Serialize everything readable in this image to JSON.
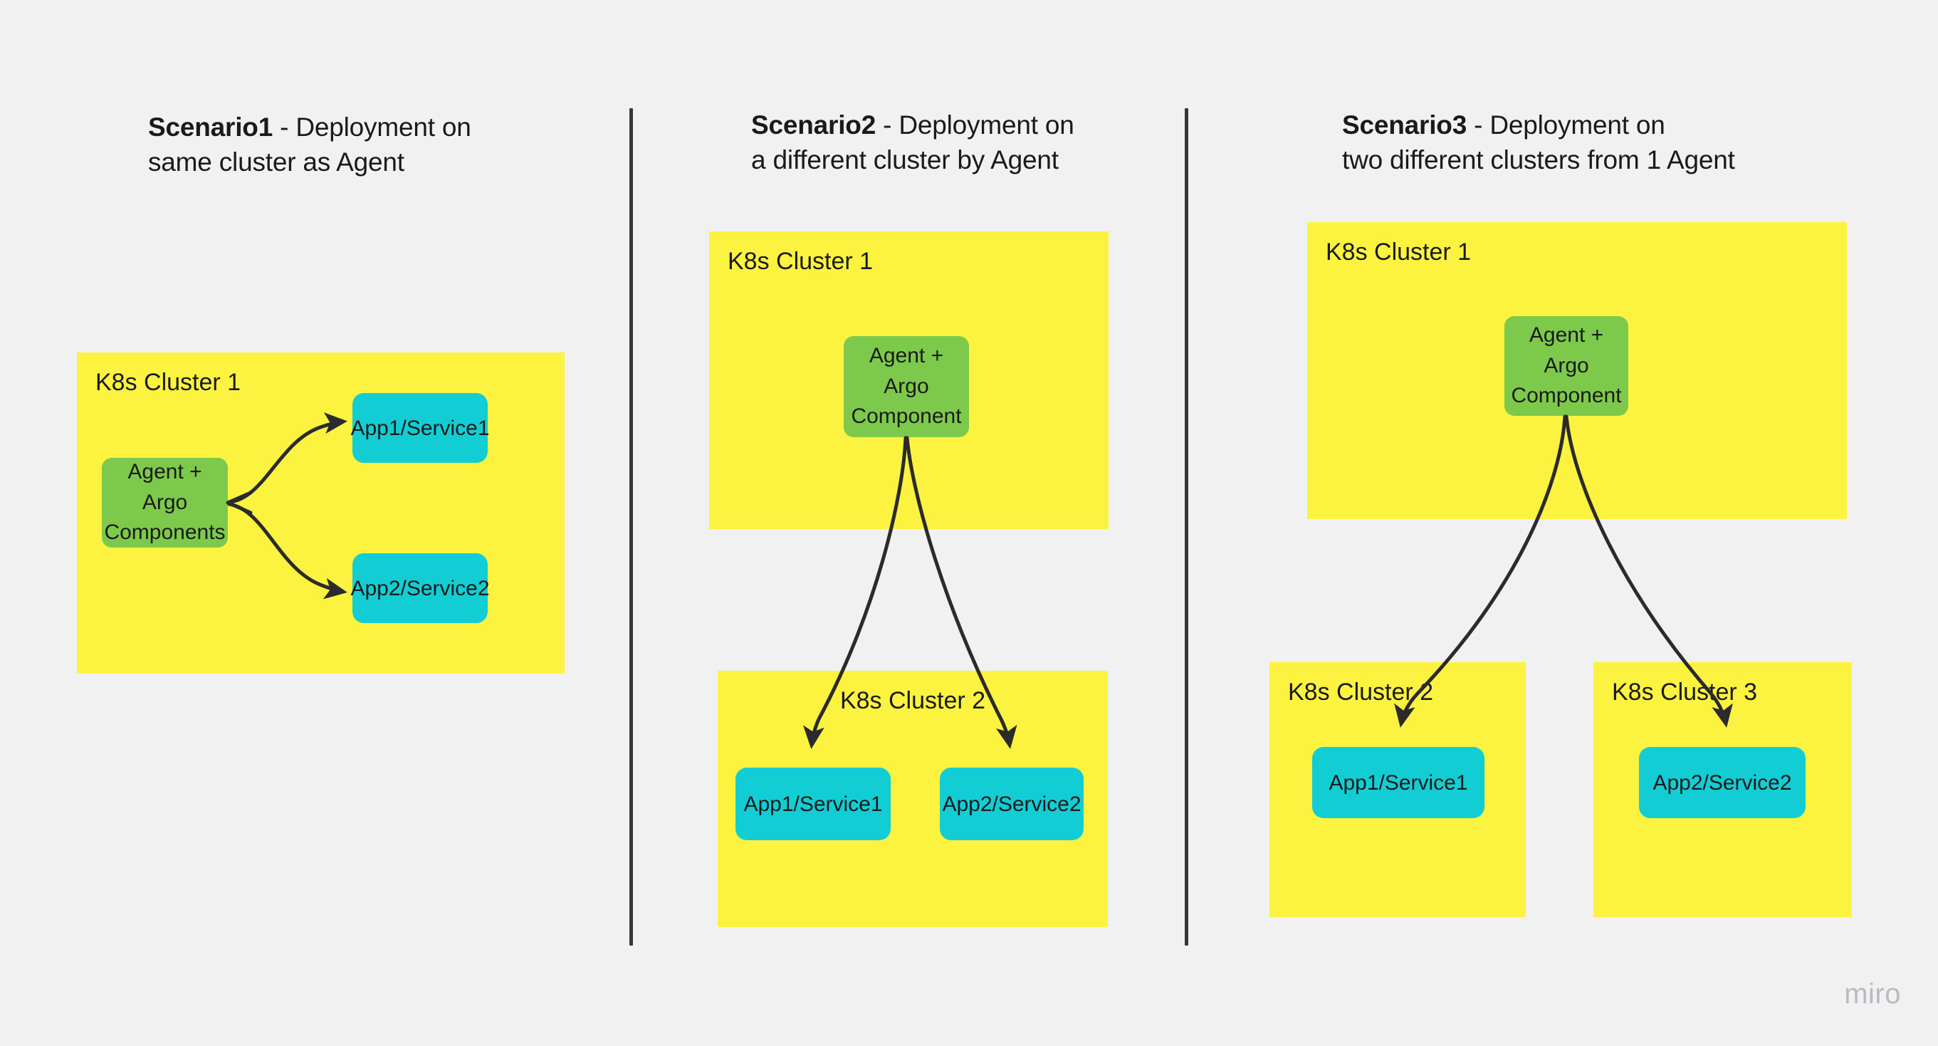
{
  "background_color": "#f1f1f1",
  "palette": {
    "cluster_yellow": "#fcf340",
    "agent_green": "#7dc94b",
    "app_cyan": "#12cdd4",
    "arrow_black": "#2b2b2b",
    "divider_gray": "#373737",
    "text_dark": "#1a1a1a",
    "watermark_gray": "#b9bac4"
  },
  "scenarios": [
    {
      "id": "scenario1",
      "title_strong": "Scenario1",
      "title_rest": " - Deployment on\nsame cluster as Agent",
      "clusters": [
        {
          "id": "cluster-s1-1",
          "label": "K8s Cluster 1",
          "label_align": "left"
        }
      ],
      "agents": [
        {
          "id": "agent-s1",
          "label": "Agent + Argo\nComponents"
        }
      ],
      "apps": [
        {
          "id": "app-s1-1",
          "label": "App1/Service1"
        },
        {
          "id": "app-s1-2",
          "label": "App2/Service2"
        }
      ]
    },
    {
      "id": "scenario2",
      "title_strong": "Scenario2",
      "title_rest": " - Deployment on\na different cluster by Agent",
      "clusters": [
        {
          "id": "cluster-s2-1",
          "label": "K8s Cluster 1",
          "label_align": "left"
        },
        {
          "id": "cluster-s2-2",
          "label": "K8s Cluster 2",
          "label_align": "center"
        }
      ],
      "agents": [
        {
          "id": "agent-s2",
          "label": "Agent +\nArgo\nComponent"
        }
      ],
      "apps": [
        {
          "id": "app-s2-1",
          "label": "App1/Service1"
        },
        {
          "id": "app-s2-2",
          "label": "App2/Service2"
        }
      ]
    },
    {
      "id": "scenario3",
      "title_strong": "Scenario3",
      "title_rest": " - Deployment on\ntwo different clusters from 1 Agent",
      "clusters": [
        {
          "id": "cluster-s3-1",
          "label": "K8s Cluster 1",
          "label_align": "left"
        },
        {
          "id": "cluster-s3-2",
          "label": "K8s Cluster 2",
          "label_align": "left"
        },
        {
          "id": "cluster-s3-3",
          "label": "K8s Cluster 3",
          "label_align": "left"
        }
      ],
      "agents": [
        {
          "id": "agent-s3",
          "label": "Agent +\nArgo\nComponent"
        }
      ],
      "apps": [
        {
          "id": "app-s3-1",
          "label": "App1/Service1"
        },
        {
          "id": "app-s3-2",
          "label": "App2/Service2"
        }
      ]
    }
  ],
  "connections": [
    {
      "from": "agent-s1",
      "to": "app-s1-1"
    },
    {
      "from": "agent-s1",
      "to": "app-s1-2"
    },
    {
      "from": "agent-s2",
      "to": "app-s2-1"
    },
    {
      "from": "agent-s2",
      "to": "app-s2-2"
    },
    {
      "from": "agent-s3",
      "to": "app-s3-1"
    },
    {
      "from": "agent-s3",
      "to": "app-s3-2"
    }
  ],
  "watermark": {
    "label": "miro"
  }
}
